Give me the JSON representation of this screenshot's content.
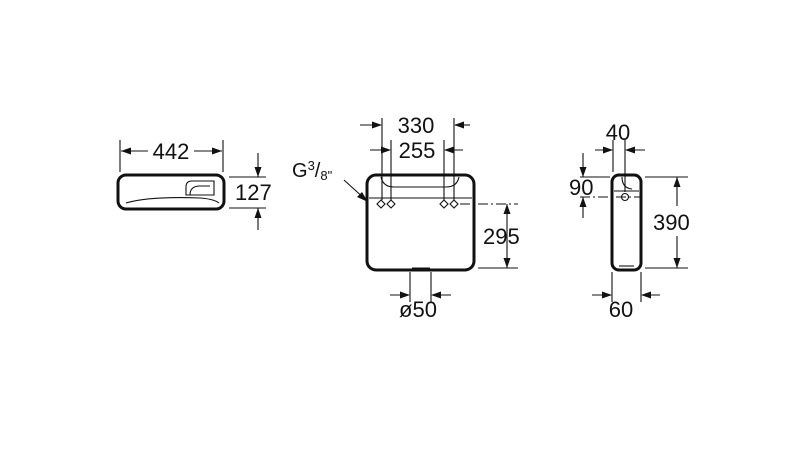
{
  "title": "",
  "colors": {
    "ink": "#111111",
    "background": "#ffffff"
  },
  "top_view": {
    "width_label": "442",
    "height_label": "127"
  },
  "front_view": {
    "thread_label": "G",
    "thread_num": "3",
    "thread_den": "8\"",
    "outer_spacing_label": "330",
    "inner_spacing_label": "255",
    "inlet_height_label": "295",
    "outlet_diameter_label": "ø50"
  },
  "side_view": {
    "top_width_label": "40",
    "inlet_offset_label": "90",
    "height_label": "390",
    "depth_label": "60"
  }
}
